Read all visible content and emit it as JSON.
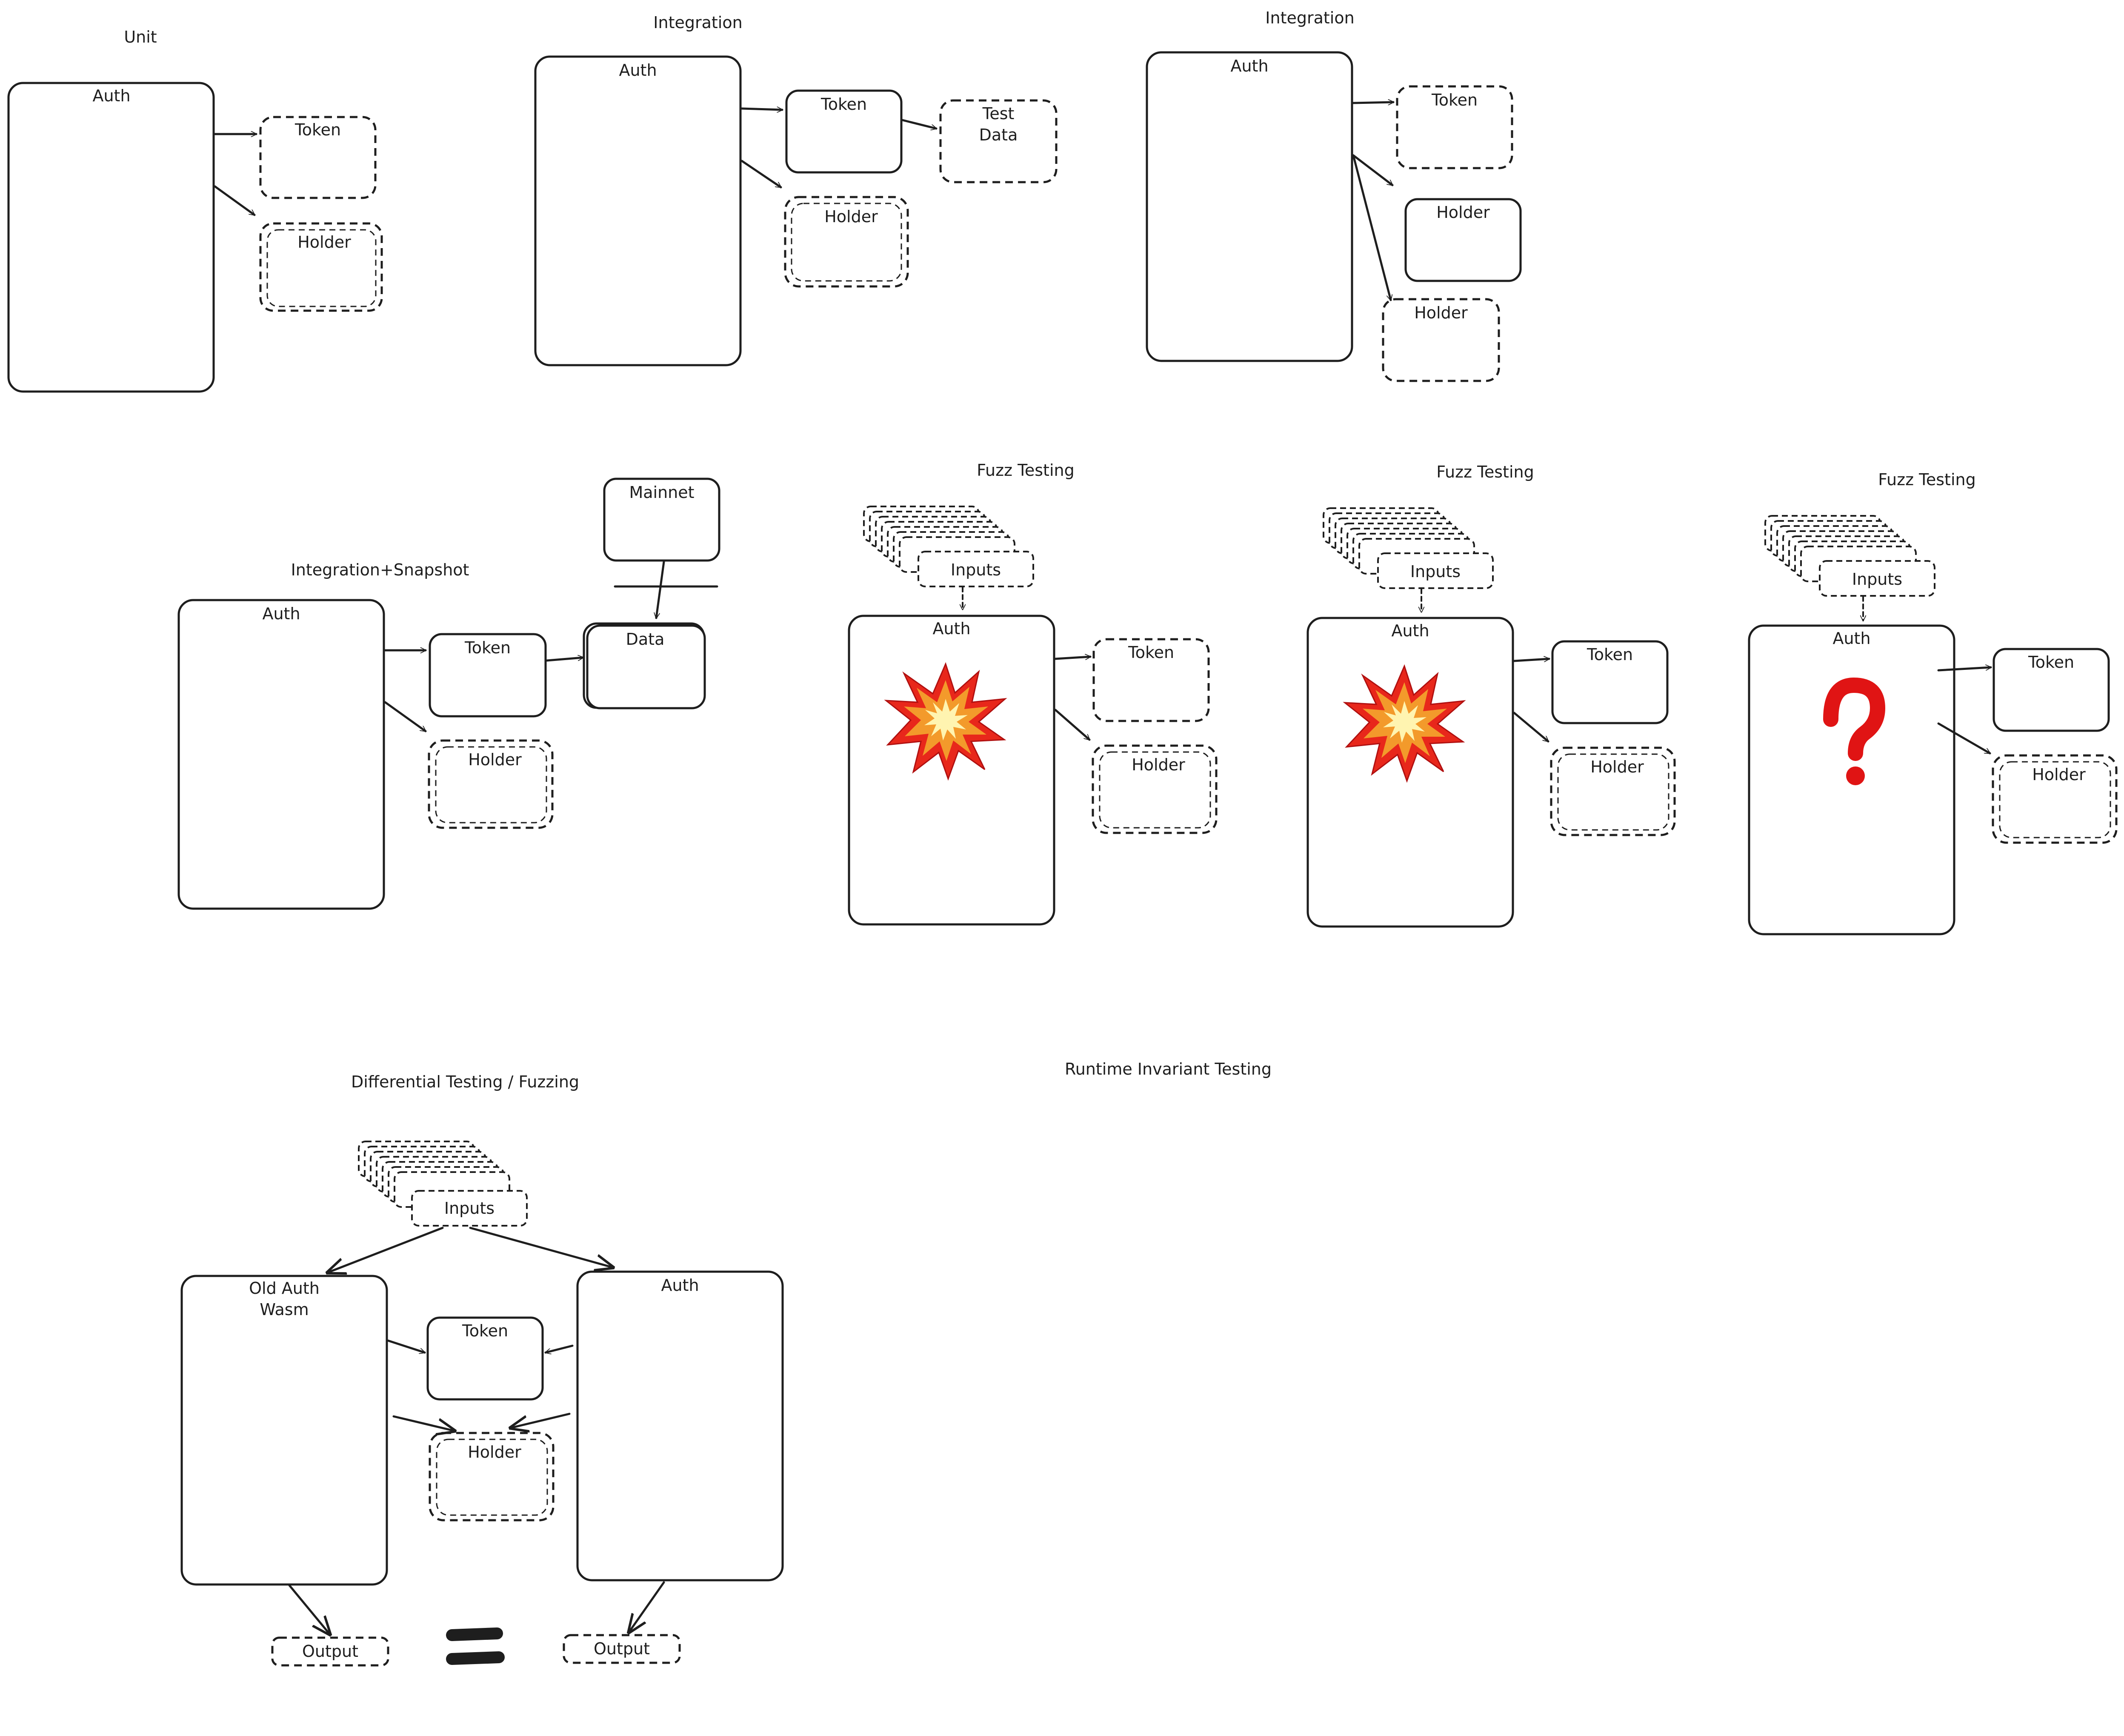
{
  "diagrams": {
    "unit": {
      "title": "Unit",
      "auth": "Auth",
      "token": "Token",
      "holder": "Holder"
    },
    "integration_1": {
      "title": "Integration",
      "auth": "Auth",
      "token": "Token",
      "test_data": [
        "Test",
        "Data"
      ],
      "holder": "Holder"
    },
    "integration_2": {
      "title": "Integration",
      "auth": "Auth",
      "token": "Token",
      "holder_solid": "Holder",
      "holder": "Holder"
    },
    "snapshot": {
      "title": "Integration+Snapshot",
      "auth": "Auth",
      "token": "Token",
      "data": "Data",
      "mainnet": "Mainnet",
      "holder": "Holder"
    },
    "fuzz_1": {
      "title": "Fuzz Testing",
      "inputs": "Inputs",
      "auth": "Auth",
      "token": "Token",
      "holder": "Holder",
      "marker": "explosion-icon"
    },
    "fuzz_2": {
      "title": "Fuzz Testing",
      "inputs": "Inputs",
      "auth": "Auth",
      "token": "Token",
      "holder": "Holder",
      "marker": "explosion-icon"
    },
    "fuzz_3": {
      "title": "Fuzz Testing",
      "inputs": "Inputs",
      "auth": "Auth",
      "token": "Token",
      "holder": "Holder",
      "marker": "question-mark-icon"
    },
    "differential": {
      "title": "Differential Testing / Fuzzing",
      "inputs": "Inputs",
      "old_auth": [
        "Old Auth",
        "Wasm"
      ],
      "auth": "Auth",
      "token": "Token",
      "holder": "Holder",
      "output_left": "Output",
      "output_right": "Output",
      "equals": "equals-sign"
    },
    "runtime": {
      "title": "Runtime Invariant Testing"
    }
  },
  "colors": {
    "stroke": "#1e1e1e",
    "background": "#ffffff",
    "question_mark": "#e01414",
    "explosion_outer": "#e8271b",
    "explosion_mid": "#f39a2b",
    "explosion_core": "#fff4b0"
  }
}
